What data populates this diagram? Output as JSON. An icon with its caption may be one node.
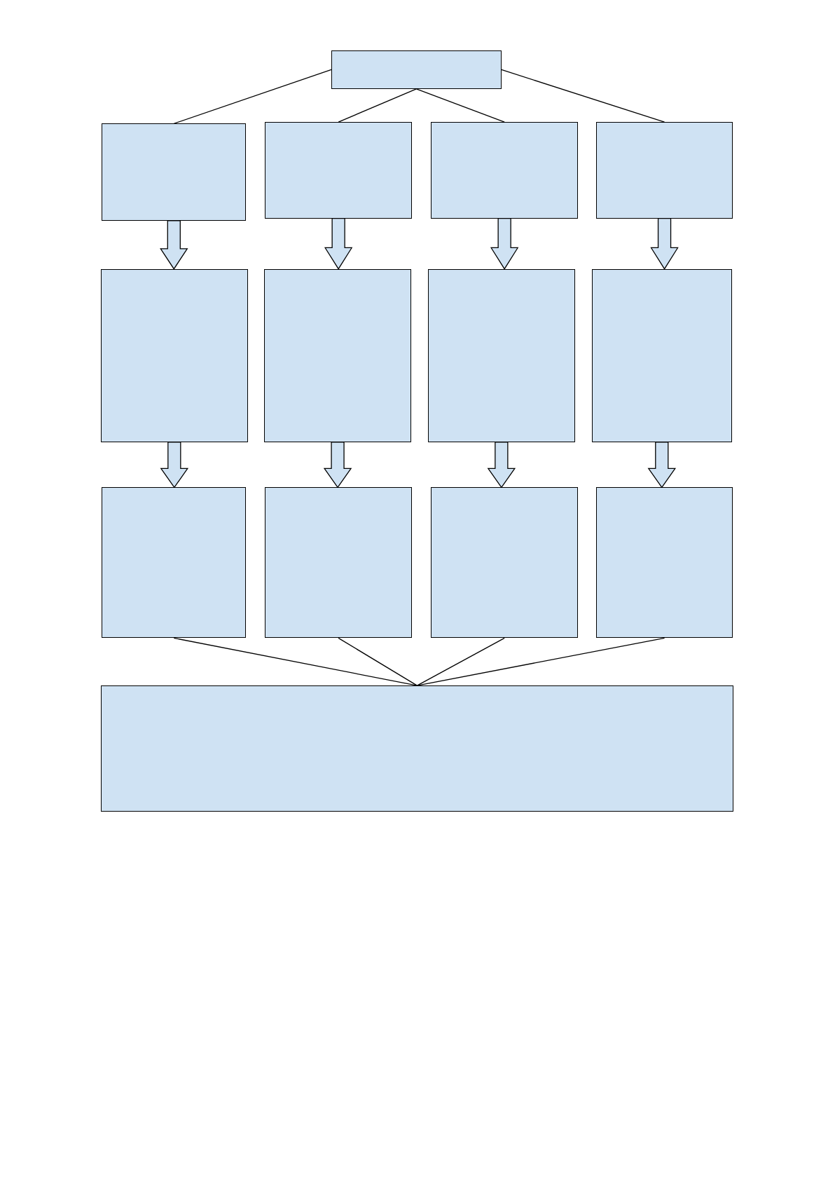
{
  "diagram": {
    "nodes": [
      {
        "text": [],
        "shape": "box"
      },
      {
        "text": [],
        "shape": "box"
      },
      {
        "text": [],
        "shape": "box"
      },
      {
        "text": [],
        "shape": "box"
      },
      {
        "text": [],
        "shape": "box"
      },
      {
        "text": [],
        "shape": "box"
      },
      {
        "text": [],
        "shape": "box"
      },
      {
        "text": [],
        "shape": "box"
      },
      {
        "text": [],
        "shape": "box"
      },
      {
        "text": [],
        "shape": "box"
      },
      {
        "text": [],
        "shape": "box"
      },
      {
        "text": [],
        "shape": "box"
      },
      {
        "text": [],
        "shape": "box"
      },
      {
        "text": [],
        "shape": "box"
      }
    ],
    "edges": [
      {
        "from": 0,
        "to": 1,
        "arrow": "none"
      },
      {
        "from": 0,
        "to": 2,
        "arrow": "none"
      },
      {
        "from": 0,
        "to": 3,
        "arrow": "none"
      },
      {
        "from": 0,
        "to": 4,
        "arrow": "none"
      },
      {
        "from": 1,
        "to": 5,
        "arrow": "to"
      },
      {
        "from": 2,
        "to": 6,
        "arrow": "to"
      },
      {
        "from": 3,
        "to": 7,
        "arrow": "to"
      },
      {
        "from": 4,
        "to": 8,
        "arrow": "to"
      },
      {
        "from": 5,
        "to": 9,
        "arrow": "to"
      },
      {
        "from": 6,
        "to": 10,
        "arrow": "to"
      },
      {
        "from": 7,
        "to": 11,
        "arrow": "to"
      },
      {
        "from": 8,
        "to": 12,
        "arrow": "to"
      },
      {
        "from": 9,
        "to": 13,
        "arrow": "none"
      },
      {
        "from": 10,
        "to": 13,
        "arrow": "none"
      },
      {
        "from": 11,
        "to": 13,
        "arrow": "none"
      },
      {
        "from": 12,
        "to": 13,
        "arrow": "none"
      }
    ]
  }
}
